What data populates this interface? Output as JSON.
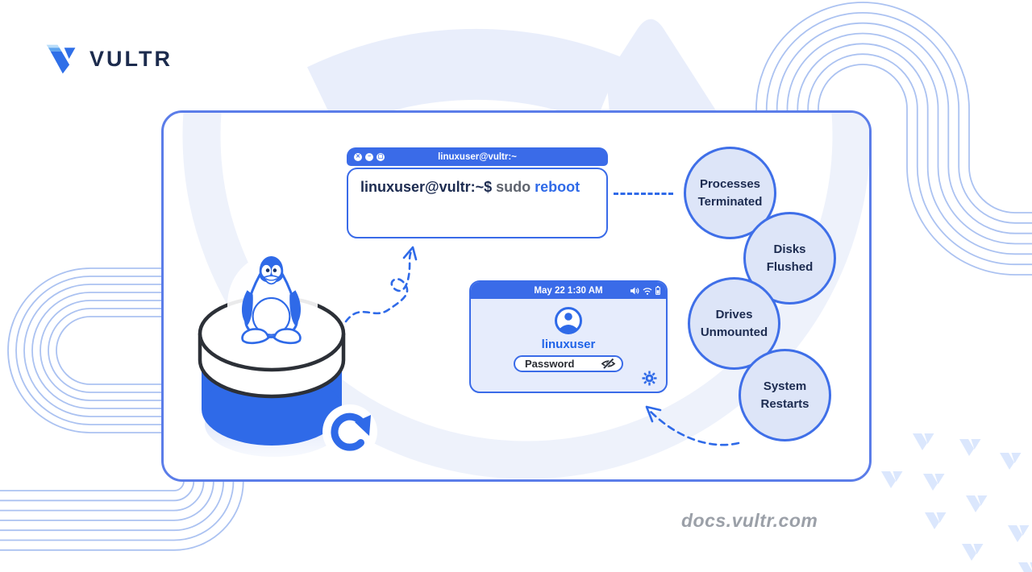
{
  "brand": {
    "name": "VULTR"
  },
  "card": {
    "terminal": {
      "title": "linuxuser@vultr:~",
      "controls": {
        "close": "✕",
        "minimize": "−",
        "maximize": "▢"
      },
      "prompt": "linuxuser@vultr:~$",
      "cmd_sudo": "sudo",
      "cmd_arg": "reboot"
    },
    "login": {
      "time": "May 22 1:30 AM",
      "username": "linuxuser",
      "password_label": "Password",
      "status_icons": [
        "volume-icon",
        "wifi-icon",
        "battery-icon"
      ]
    },
    "steps": [
      {
        "line1": "Processes",
        "line2": "Terminated"
      },
      {
        "line1": "Disks",
        "line2": "Flushed"
      },
      {
        "line1": "Drives",
        "line2": "Unmounted"
      },
      {
        "line1": "System",
        "line2": "Restarts"
      }
    ]
  },
  "footer": {
    "site": "docs.vultr.com"
  },
  "colors": {
    "accent": "#2f6ae8",
    "title_bar": "#3a6be8",
    "card_border": "#5b7de9",
    "circle_fill": "#dde5f8",
    "circle_border": "#3f6fe8",
    "dark_text": "#1c2b50",
    "sudo_gray": "#5f646e",
    "muted_url_gray": "#9ba0a8",
    "decor_line": "#a3bcf0",
    "watermark": "#e9eefb",
    "login_body": "#e6ecfc"
  }
}
